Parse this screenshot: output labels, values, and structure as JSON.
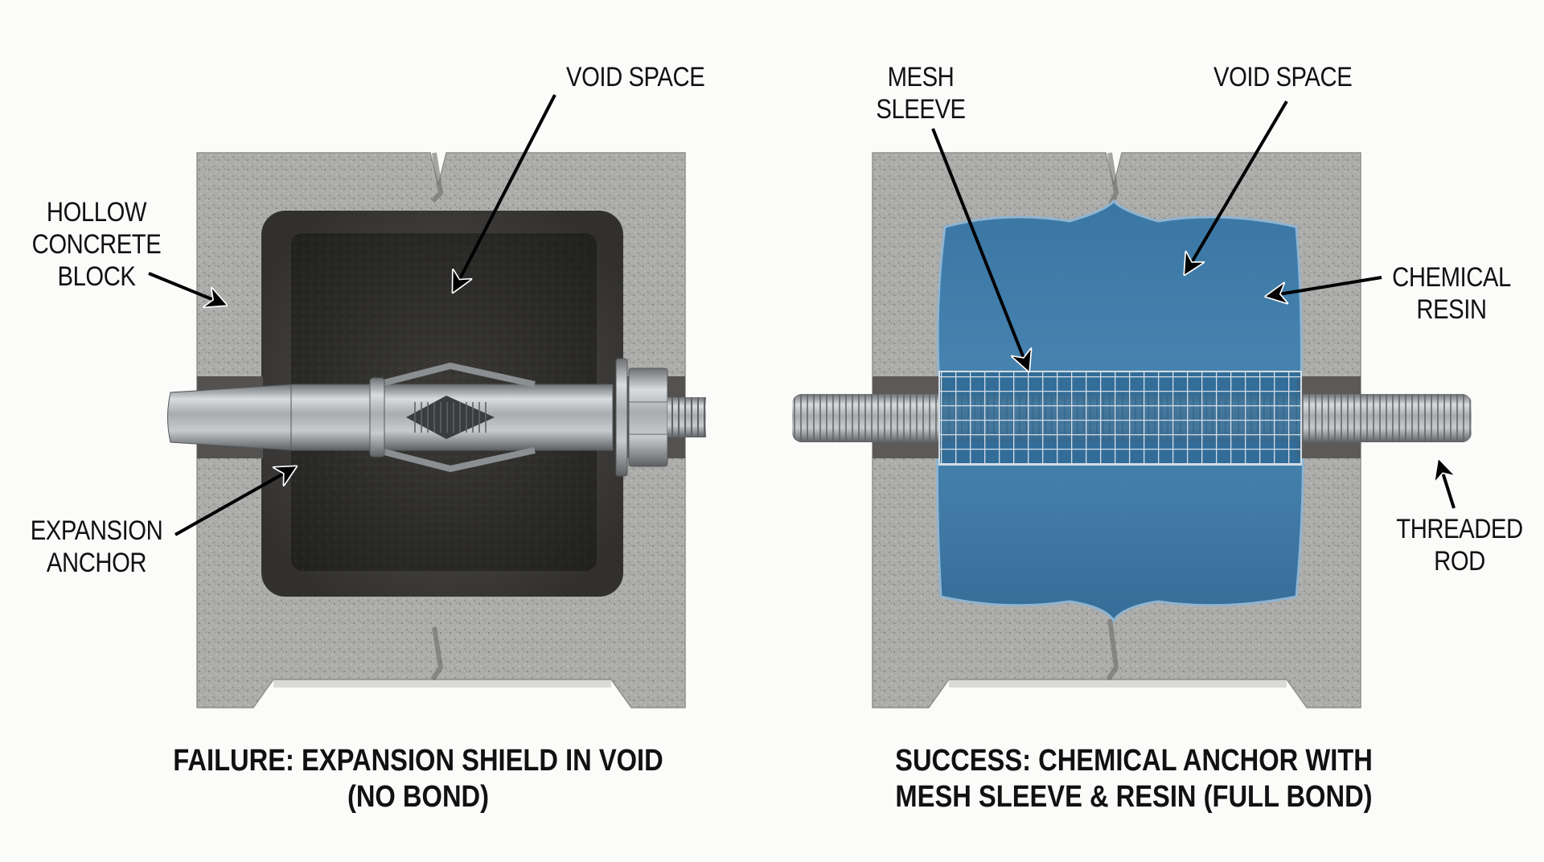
{
  "left_panel": {
    "scenario": "failure",
    "labels": {
      "void_space": "VOID SPACE",
      "hollow_block": [
        "HOLLOW",
        "CONCRETE",
        "BLOCK"
      ],
      "expansion_anchor": [
        "EXPANSION",
        "ANCHOR"
      ]
    },
    "caption": [
      "FAILURE: EXPANSION SHIELD IN VOID",
      "(NO BOND)"
    ],
    "colors": {
      "block": "#a9a9a7",
      "void": "#3b3a37",
      "steel": "#b9bcbf"
    }
  },
  "right_panel": {
    "scenario": "success",
    "labels": {
      "mesh_sleeve": [
        "MESH",
        "SLEEVE"
      ],
      "void_space": "VOID SPACE",
      "chemical_resin": [
        "CHEMICAL",
        "RESIN"
      ],
      "threaded_rod": [
        "THREADED",
        "ROD"
      ]
    },
    "caption": [
      "SUCCESS: CHEMICAL ANCHOR WITH",
      "MESH SLEEVE & RESIN (FULL BOND)"
    ],
    "colors": {
      "block": "#a9a9a7",
      "resin": "#3f7aa6",
      "mesh": "#c9d3dc",
      "steel": "#b9bcbf"
    }
  }
}
